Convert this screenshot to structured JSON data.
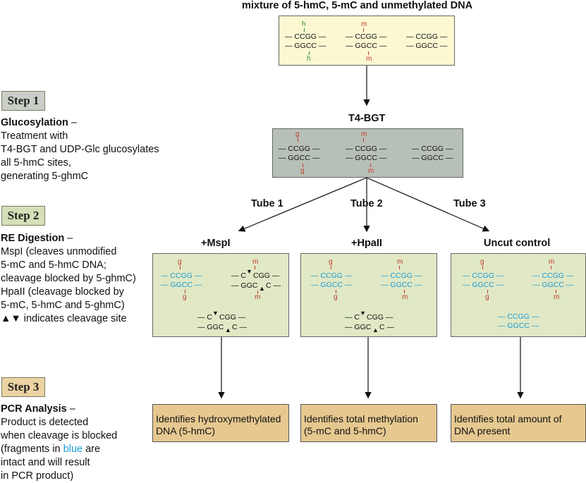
{
  "title": "mixture of 5-hmC, 5-mC and unmethylated DNA",
  "enzyme_label": "T4-BGT",
  "steps": [
    {
      "label": "Step 1",
      "heading": "Glucosylation",
      "dash": " –",
      "lines": [
        "Treatment with",
        "T4-BGT and UDP-Glc glucosylates",
        "all 5-hmC sites,",
        "generating 5-ghmC"
      ]
    },
    {
      "label": "Step 2",
      "heading": "RE Digestion",
      "dash": " –",
      "lines": [
        "MspI (cleaves unmodified",
        "5-mC and 5-hmC DNA;",
        "cleavage blocked by 5-ghmC)",
        "HpaII (cleavage blocked by",
        "5-mC, 5-hmC and 5-ghmC)",
        "▲▼ indicates cleavage site"
      ]
    },
    {
      "label": "Step 3",
      "heading": "PCR Analysis",
      "dash": " –",
      "lines_pre": [
        "Product is detected",
        "when cleavage is blocked"
      ],
      "line_blue_pre": "(fragments in ",
      "line_blue_word": "blue",
      "line_blue_post": " are",
      "lines_post": [
        "intact and will result",
        "in PCR product)"
      ]
    }
  ],
  "tubes": [
    {
      "tube": "Tube 1",
      "enzyme": "+MspI",
      "result": [
        "Identifies hydroxymethylated",
        "DNA (5-hmC)"
      ]
    },
    {
      "tube": "Tube 2",
      "enzyme": "+HpaII",
      "result": [
        "Identifies total methylation",
        "(5-mC and 5-hmC)"
      ]
    },
    {
      "tube": "Tube 3",
      "enzyme": "Uncut control",
      "result": [
        "Identifies total amount of",
        "DNA present"
      ]
    }
  ],
  "dna": {
    "top_strand": "— CCGG —",
    "bottom_strand": "— GGCC —",
    "cut_top_a": "— C",
    "cut_top_b": "CGG —",
    "cut_bot_a": "— GGC",
    "cut_bot_b": "C —",
    "mark_h": "h",
    "mark_m": "m",
    "mark_g": "g",
    "tri_down": "▼",
    "tri_up": "▲"
  },
  "colors": {
    "box_top": "#fbf8d2",
    "box_enzyme": "#b7c0b6",
    "box_tube": "#e0e8c5",
    "result": "#e6c890",
    "intact_fragment": "#1a9ad6",
    "methyl_mark": "#c0392b",
    "hydroxy_mark": "#2e8b3a"
  }
}
